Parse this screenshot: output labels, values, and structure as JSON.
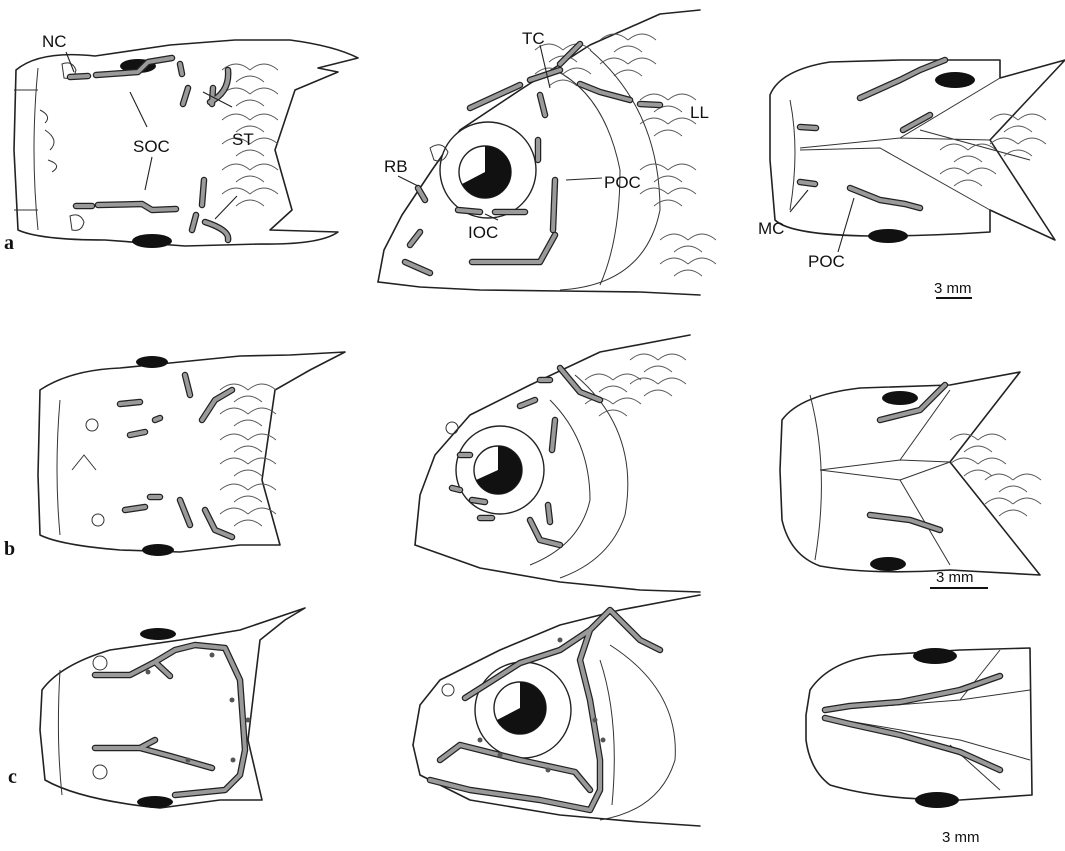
{
  "labels": {
    "nc": "NC",
    "soc": "SOC",
    "st": "ST",
    "tc": "TC",
    "ll": "LL",
    "rb": "RB",
    "poc": "POC",
    "ioc": "IOC",
    "mc": "MC",
    "poc_ventral": "POC"
  },
  "rows": [
    {
      "letter": "a",
      "scale_bar": "3 mm"
    },
    {
      "letter": "b",
      "scale_bar": "3 mm"
    },
    {
      "letter": "c",
      "scale_bar": "3 mm"
    }
  ],
  "colors": {
    "canal_fill": "#9a9a9a",
    "outline": "#222222",
    "pupil": "#111111"
  }
}
